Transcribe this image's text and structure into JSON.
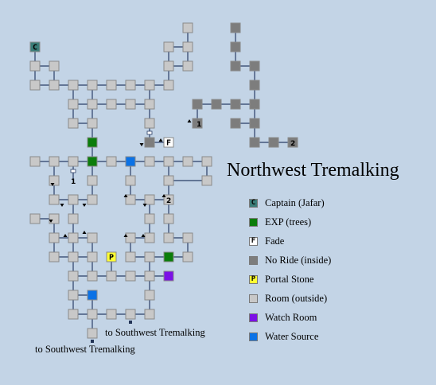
{
  "title": "Northwest Tremalking",
  "legend": [
    {
      "key": "captain",
      "label": "Captain (Jafar)",
      "color": "#3a7d78",
      "glyph": "C"
    },
    {
      "key": "exp",
      "label": "EXP (trees)",
      "color": "#0b7d0b",
      "glyph": ""
    },
    {
      "key": "fade",
      "label": "Fade",
      "color": "#ffffff",
      "glyph": "F"
    },
    {
      "key": "noride",
      "label": "No Ride (inside)",
      "color": "#7d7d7d",
      "glyph": ""
    },
    {
      "key": "portal",
      "label": "Portal Stone",
      "color": "#ffff33",
      "glyph": "P"
    },
    {
      "key": "room",
      "label": "Room (outside)",
      "color": "#c8c8c8",
      "glyph": ""
    },
    {
      "key": "watch",
      "label": "Watch Room",
      "color": "#7b10e6",
      "glyph": ""
    },
    {
      "key": "water",
      "label": "Water Source",
      "color": "#0b72e6",
      "glyph": ""
    }
  ],
  "exits": [
    {
      "label": "to Southwest Tremalking"
    },
    {
      "label": "to Southwest Tremalking"
    }
  ],
  "markers": [
    "1",
    "1",
    "2",
    "2"
  ],
  "room_glyphs": {
    "captain": "C",
    "fade": "F",
    "portal": "P"
  }
}
